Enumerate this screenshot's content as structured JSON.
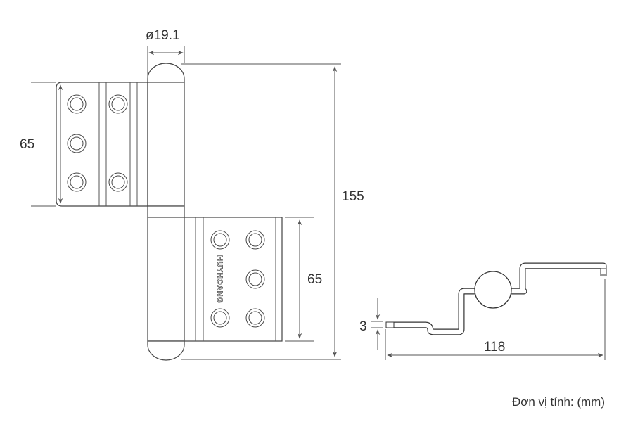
{
  "drawing": {
    "pin_diameter": "ø19.1",
    "upper_leaf_height": "65",
    "lower_leaf_height": "65",
    "total_height": "155",
    "profile_thickness": "3",
    "profile_width": "118",
    "brand_mark": "HUYHOANG",
    "unit_label": "Đơn vị tính: (mm)"
  }
}
